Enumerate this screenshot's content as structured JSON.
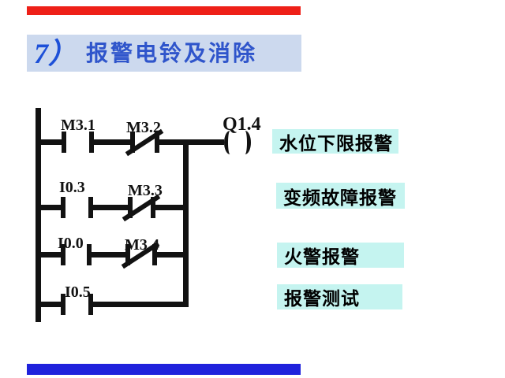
{
  "colors": {
    "red_bar": "#ee2018",
    "blue_bar": "#1f22dc",
    "title_bg": "#ccd9ee",
    "title_number": "#1d50d8",
    "title_text": "#2f55cb",
    "annotation_bg": "#c5f4f0",
    "ink": "#121212"
  },
  "slide": {
    "title": {
      "number": "7）",
      "text": "报警电铃及消除"
    },
    "ladder": {
      "rungs": [
        {
          "contacts": [
            {
              "label": "M3.1",
              "type": "NO"
            },
            {
              "label": "M3.2",
              "type": "NC"
            }
          ],
          "coil": "Q1.4"
        },
        {
          "contacts": [
            {
              "label": "I0.3",
              "type": "NO"
            },
            {
              "label": "M3.3",
              "type": "NC"
            }
          ]
        },
        {
          "contacts": [
            {
              "label": "I0.0",
              "type": "NO"
            },
            {
              "label": "M3.4",
              "type": "NC"
            }
          ]
        },
        {
          "contacts": [
            {
              "label": "I0.5",
              "type": "NO"
            }
          ]
        }
      ]
    },
    "annotations": {
      "items": [
        {
          "label": "水位下限报警"
        },
        {
          "label": "变频故障报警"
        },
        {
          "label": "火警报警"
        },
        {
          "label": "报警测试"
        }
      ]
    }
  }
}
